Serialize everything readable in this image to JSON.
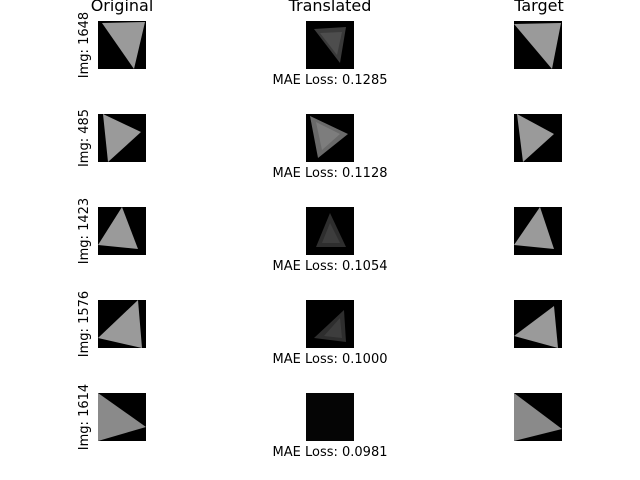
{
  "headers": {
    "original": "Original",
    "translated": "Translated",
    "target": "Target"
  },
  "rows": [
    {
      "label": "Img: 1648",
      "loss": "MAE Loss: 0.1285"
    },
    {
      "label": "Img: 485",
      "loss": "MAE Loss: 0.1128"
    },
    {
      "label": "Img: 1423",
      "loss": "MAE Loss: 0.1054"
    },
    {
      "label": "Img: 1576",
      "loss": "MAE Loss: 0.1000"
    },
    {
      "label": "Img: 1614",
      "loss": "MAE Loss: 0.0981"
    }
  ],
  "colors": {
    "background": "#000000",
    "triangle": "#9a9a9a",
    "triangle_dark": "#8a8a8a"
  }
}
